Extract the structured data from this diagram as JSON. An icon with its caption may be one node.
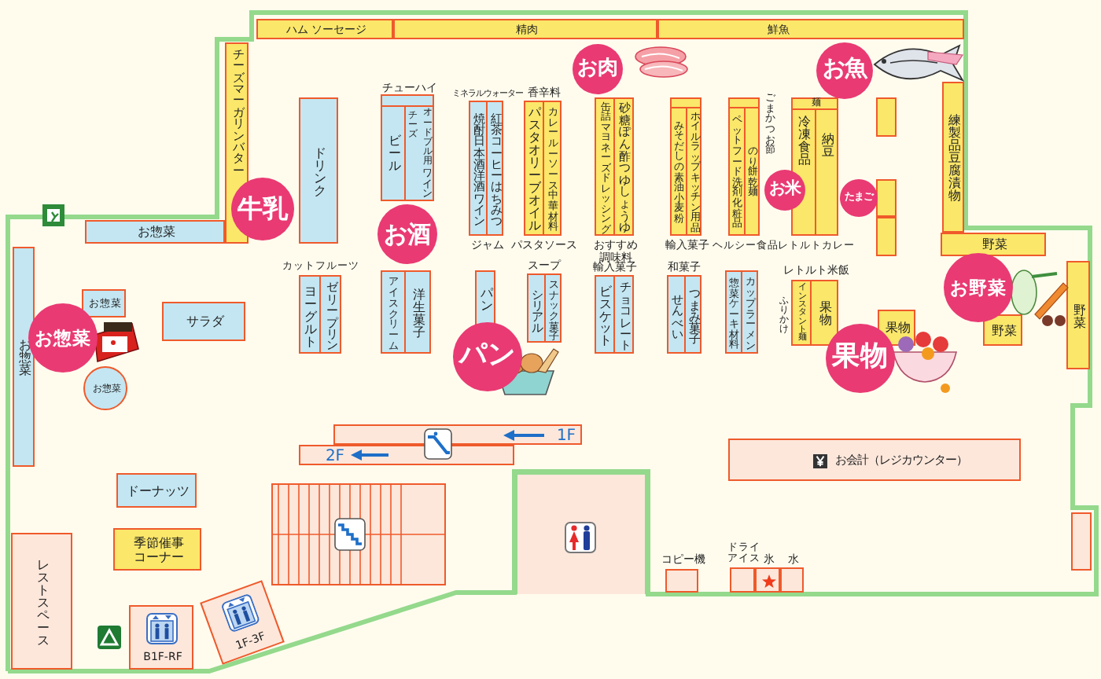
{
  "diagram": {
    "nodes": [
      {
        "text": [
          "ハム ソーセージ"
        ]
      },
      {
        "text": [
          "精肉"
        ]
      },
      {
        "text": [
          "お肉"
        ]
      },
      {
        "text": [
          "鮮魚"
        ]
      },
      {
        "text": [
          "お魚"
        ]
      },
      {
        "text": [
          "チーズマーガリンバター"
        ]
      },
      {
        "text": [
          "ドリンク"
        ]
      },
      {
        "text": [
          "チューハイ",
          "ビール",
          "オードブル用",
          "チーズ",
          "ワイン"
        ]
      },
      {
        "text": [
          "ミネラルウォーター",
          "焼酎日本酒洋酒ワイン",
          "紅茶コーヒーはちみつ",
          "ジャム"
        ]
      },
      {
        "text": [
          "香辛料",
          "パスタオリーブオイル",
          "カレールーソース中華材料",
          "パスタソース"
        ]
      },
      {
        "text": [
          "缶詰マヨネーズドレッシング",
          "砂糖ぽん酢つゆしょうゆ",
          "おすすめ調味料"
        ]
      },
      {
        "text": [
          "みそだしの素油小麦粉",
          "ホイルラップキッチン用品",
          "輸入菓子"
        ]
      },
      {
        "text": [
          "ペットフード洗剤化粧品",
          "のり餅乾麺",
          "ごまかつお節",
          "ヘルシー食品"
        ]
      },
      {
        "text": [
          "お米"
        ]
      },
      {
        "text": [
          "麺",
          "冷凍食品",
          "納豆",
          "レトルトカレー"
        ]
      },
      {
        "text": [
          "たまご"
        ]
      },
      {
        "text": [],
        "shape": "box"
      },
      {
        "text": [],
        "shape": "box"
      },
      {
        "text": [],
        "shape": "box"
      },
      {
        "text": [
          "練製品豆腐漬物"
        ]
      },
      {
        "text": [
          "牛乳"
        ]
      },
      {
        "text": [
          "お酒"
        ]
      },
      {
        "text": [
          "野菜"
        ]
      },
      {
        "text": [
          "お惣菜"
        ]
      },
      {
        "text": [
          "お惣菜"
        ]
      },
      {
        "text": [
          "カットフルーツ",
          "ヨーグルト",
          "ゼリープリン"
        ]
      },
      {
        "text": [
          "アイスクリーム",
          "洋生菓子"
        ]
      },
      {
        "text": [
          "パン"
        ]
      },
      {
        "text": [
          "スープ",
          "シリアル",
          "スナック菓子"
        ]
      },
      {
        "text": [
          "輸入菓子",
          "ビスケット",
          "チョコレート"
        ]
      },
      {
        "text": [
          "和菓子",
          "せんべい",
          "つまみ菓子"
        ]
      },
      {
        "text": [
          "惣菜ケーキ材料",
          "カップラーメン"
        ]
      },
      {
        "text": [
          "レトルト米飯",
          "ふりかけ",
          "インスタント麺",
          "果物"
        ]
      },
      {
        "text": [
          "野菜"
        ]
      },
      {
        "text": [
          "お野菜"
        ]
      },
      {
        "text": [
          "お惣菜"
        ]
      },
      {
        "text": [
          "サラダ"
        ]
      },
      {
        "text": [
          "お惣菜"
        ]
      },
      {
        "text": [
          "果物"
        ]
      },
      {
        "text": [
          "野菜"
        ]
      },
      {
        "text": [
          "お惣菜"
        ]
      },
      {
        "text": [
          "パン"
        ]
      },
      {
        "text": [
          "果物"
        ]
      },
      {
        "text": [
          "1F"
        ]
      },
      {
        "text": [
          "2F"
        ]
      },
      {
        "text": [
          "ドーナッツ"
        ]
      },
      {
        "text": [
          "お会計（レジカウンター）"
        ]
      },
      {
        "text": [],
        "shape": "box"
      },
      {
        "text": [],
        "shape": "box"
      },
      {
        "text": [
          "季節催事コーナー"
        ]
      },
      {
        "text": [
          "レストスペース"
        ]
      },
      {
        "text": [
          "コピー機"
        ]
      },
      {
        "text": [
          "ドライアイス"
        ]
      },
      {
        "text": [
          "氷"
        ]
      },
      {
        "text": [
          "水"
        ]
      },
      {
        "text": [
          "B1F-RF"
        ]
      },
      {
        "text": [
          "1F-3F"
        ]
      }
    ]
  }
}
